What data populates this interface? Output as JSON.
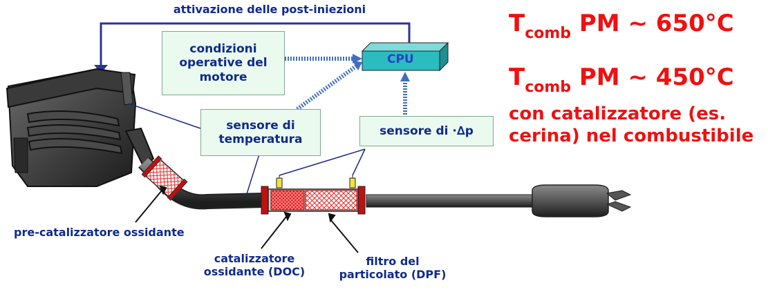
{
  "top_arrow_label": "attivazione delle post-iniezioni",
  "cpu_label": "CPU",
  "boxes": {
    "engine_conditions": "condizioni operative del motore",
    "temp_sensor": "sensore di temperatura",
    "dp_sensor": "sensore di ·∆p"
  },
  "labels": {
    "pre_catalyst": "pre-catalizzatore ossidante",
    "doc": "catalizzatore ossidante (DOC)",
    "dpf": "filtro del particolato (DPF)"
  },
  "right_panel": {
    "t1_main": "T",
    "t1_sub": "comb",
    "t1_rest": " PM ~ 650°C",
    "t2_main": "T",
    "t2_sub": "comb",
    "t2_rest": " PM ~ 450°C",
    "note": "con catalizzatore (es. cerina) nel combustibile"
  },
  "colors": {
    "label_blue": "#0f2a8c",
    "accent_red": "#f01010",
    "cpu_fill": "#2bbcc0",
    "box_fill": "#eafaef"
  }
}
